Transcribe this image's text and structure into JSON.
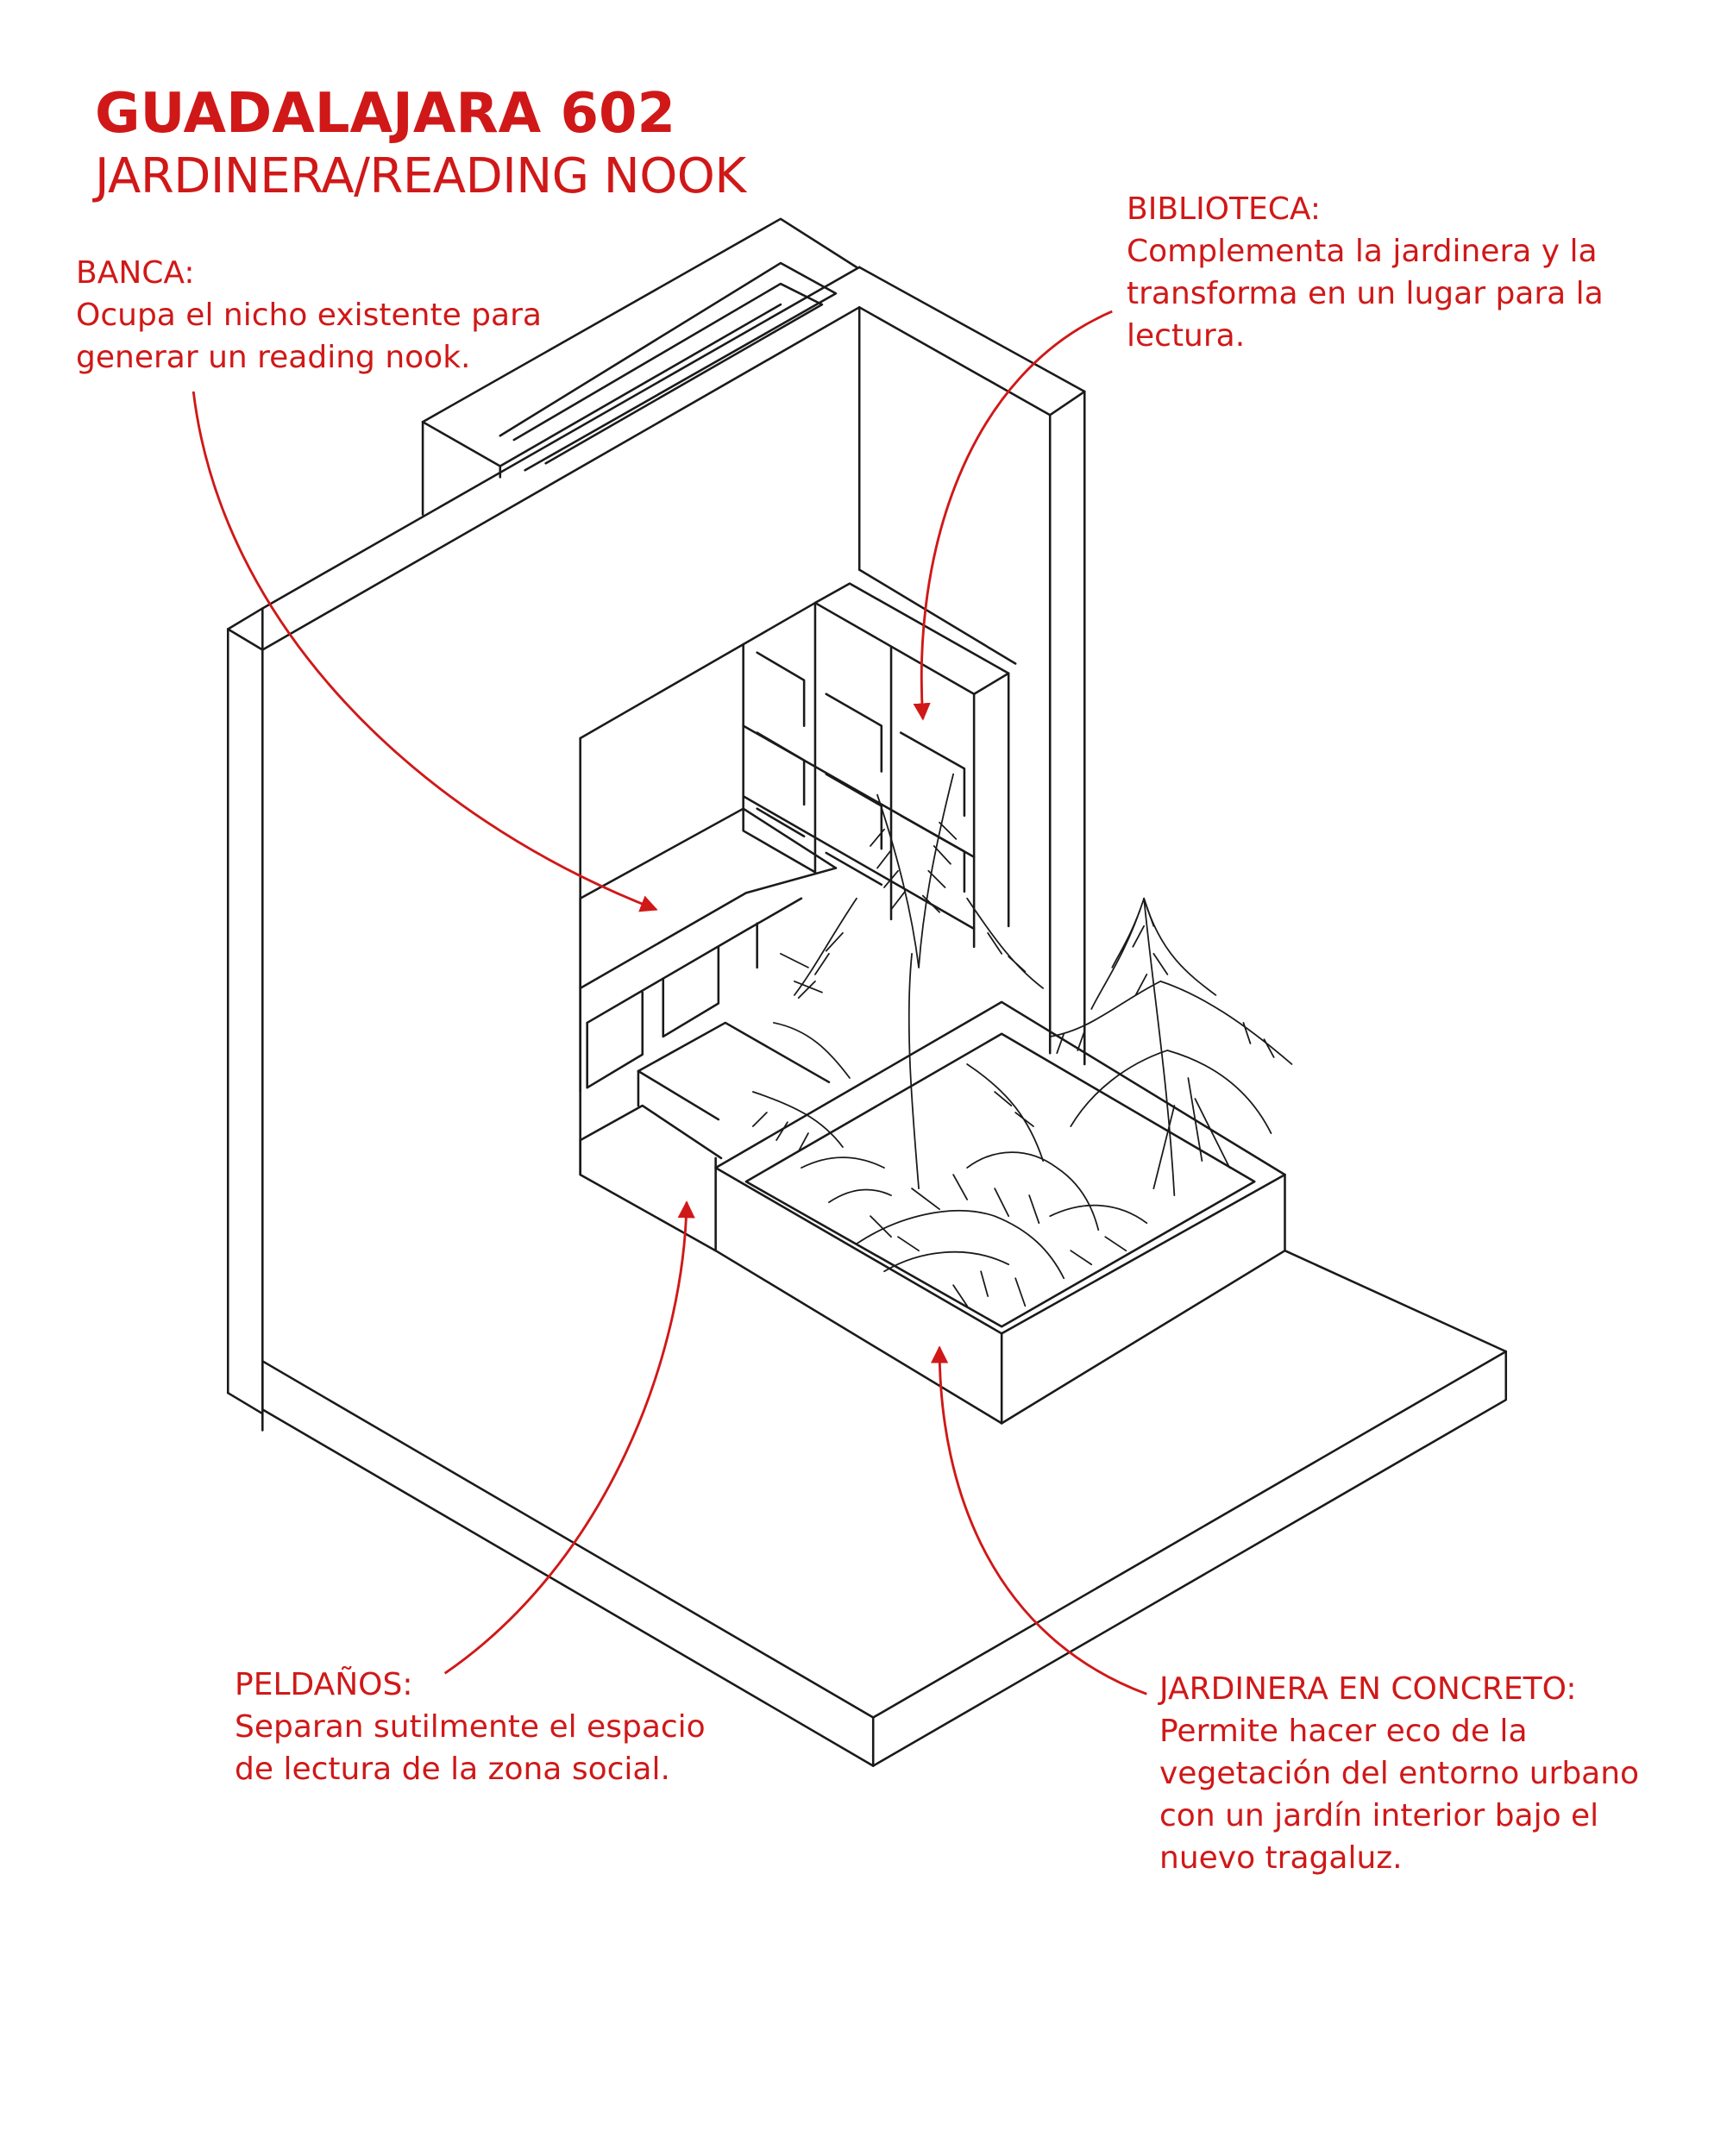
{
  "title": "GUADALAJARA 602",
  "subtitle": "JARDINERA/READING NOOK",
  "annotations": {
    "banca": {
      "heading": "BANCA:",
      "lines": [
        "Ocupa el nicho existente para",
        "generar un reading nook."
      ]
    },
    "biblioteca": {
      "heading": "BIBLIOTECA:",
      "lines": [
        "Complementa la jardinera y la",
        "transforma en un lugar para la",
        "lectura."
      ]
    },
    "peldanos": {
      "heading": "PELDAÑOS:",
      "lines": [
        "Separan sutilmente el espacio",
        "de lectura de la zona social."
      ]
    },
    "jardinera": {
      "heading": "JARDINERA EN CONCRETO:",
      "lines": [
        "Permite hacer eco de la",
        "vegetación del entorno urbano",
        "con un jardín interior bajo el",
        "nuevo tragaluz."
      ]
    }
  },
  "colors": {
    "accent": "#d01818",
    "line": "#1a1a1a",
    "background": "#ffffff"
  }
}
